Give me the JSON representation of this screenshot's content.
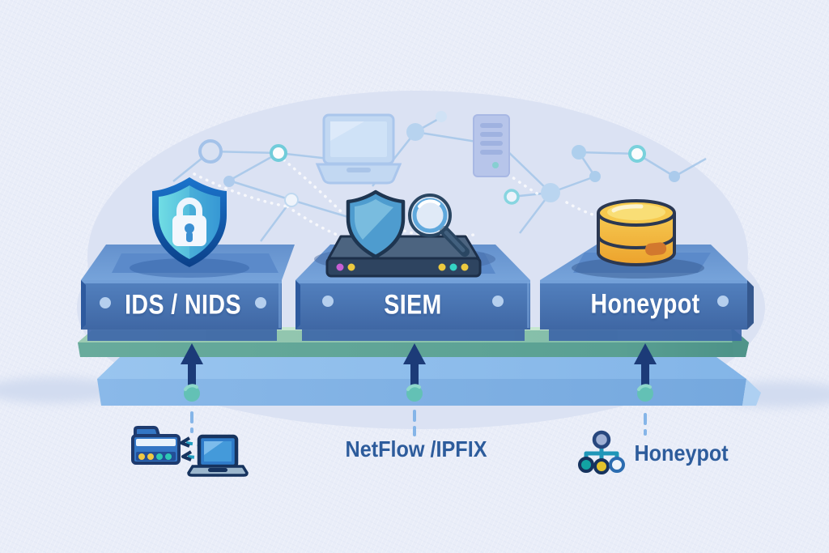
{
  "platforms": [
    {
      "label": "IDS / NIDS",
      "icon": "shield-lock-icon"
    },
    {
      "label": "SIEM",
      "icon": "siem-server-shield-magnifier-icon"
    },
    {
      "label": "Honeypot",
      "icon": "honeypot-database-icon"
    }
  ],
  "inputs": {
    "left": {
      "icon": "file-server-to-laptop-icon"
    },
    "middle": {
      "label": "NetFlow /IPFIX"
    },
    "right": {
      "icon": "network-tree-icon",
      "label": "Honeypot"
    }
  },
  "background_decor": [
    "network-mesh",
    "laptop-icon",
    "server-tower-icon"
  ],
  "colors": {
    "background": "#e9edf8",
    "blob": "#dbe2f3",
    "platform_front": "#4a76b5",
    "platform_top": "#6d9cd6",
    "green_layer": "#5fa495",
    "blue_layer": "#7fb1e3",
    "arrow": "#1c3b78",
    "arrow_dot": "#63c1b5",
    "platform_label_text": "#ffffff",
    "source_label_text": "#2d5c9c",
    "honeypot_gold": "#f0b83c",
    "shield_teal": "#55c4d8",
    "shield_border": "#0d4f9e",
    "led_magenta": "#c75fd4",
    "led_yellow": "#ecc93f",
    "led_cyan": "#35d3c5"
  }
}
